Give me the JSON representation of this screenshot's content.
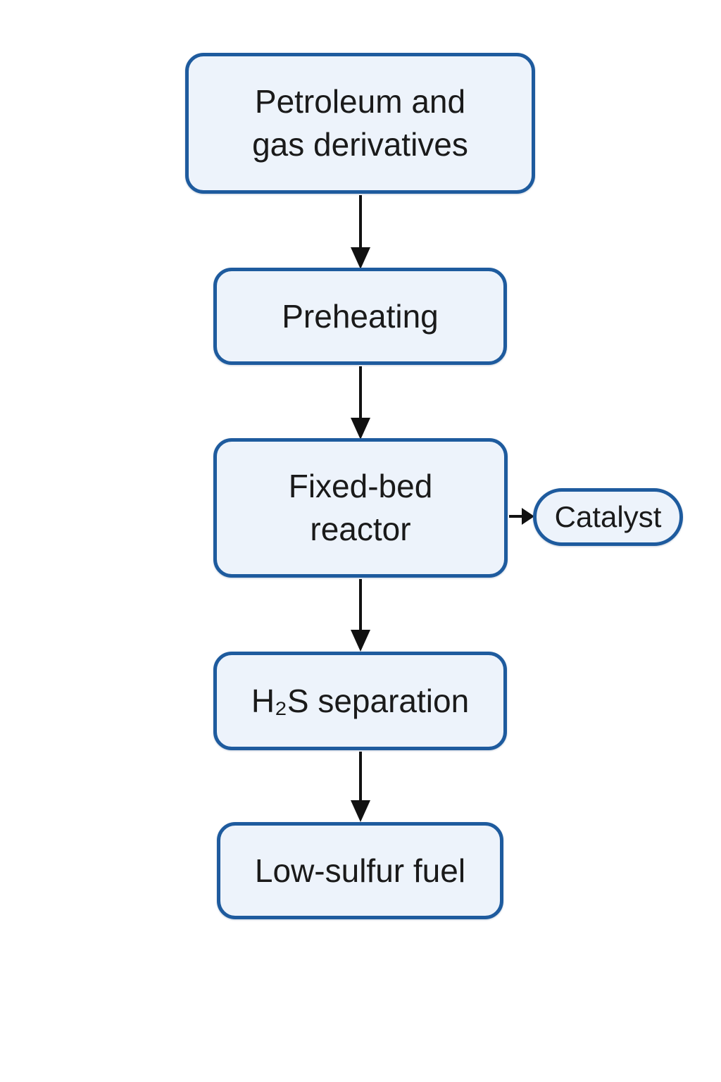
{
  "diagram": {
    "type": "flowchart",
    "colors": {
      "background": "#ffffff",
      "node_fill": "#edf3fb",
      "node_border": "#1e5b9e",
      "arrow": "#111111",
      "text": "#1a1a1a"
    },
    "nodes": [
      {
        "id": "source",
        "label": "Petroleum and\ngas derivatives",
        "shape": "rounded-rect"
      },
      {
        "id": "preheating",
        "label": "Preheating",
        "shape": "rounded-rect"
      },
      {
        "id": "reactor",
        "label": "Fixed-bed\nreactor",
        "shape": "rounded-rect"
      },
      {
        "id": "catalyst",
        "label": "Catalyst",
        "shape": "pill"
      },
      {
        "id": "h2s",
        "label": "H₂S separation",
        "shape": "rounded-rect"
      },
      {
        "id": "output",
        "label": "Low-sulfur fuel",
        "shape": "rounded-rect"
      }
    ],
    "edges": [
      {
        "from": "source",
        "to": "preheating",
        "direction": "down"
      },
      {
        "from": "preheating",
        "to": "reactor",
        "direction": "down"
      },
      {
        "from": "reactor",
        "to": "catalyst",
        "direction": "right"
      },
      {
        "from": "reactor",
        "to": "h2s",
        "direction": "down"
      },
      {
        "from": "h2s",
        "to": "output",
        "direction": "down"
      }
    ]
  }
}
